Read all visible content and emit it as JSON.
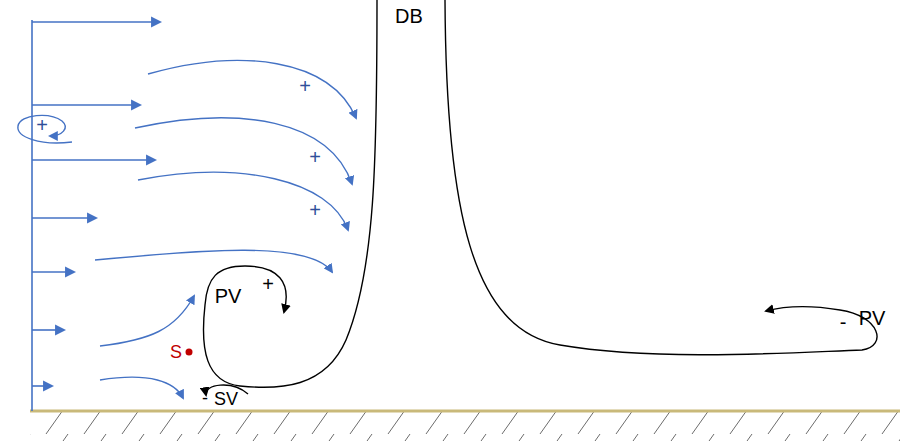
{
  "diagram": {
    "labels": [
      "DB",
      "+",
      "+",
      "+",
      "+",
      "PV",
      "+",
      "S",
      "-",
      "SV",
      "-",
      "PV"
    ]
  }
}
